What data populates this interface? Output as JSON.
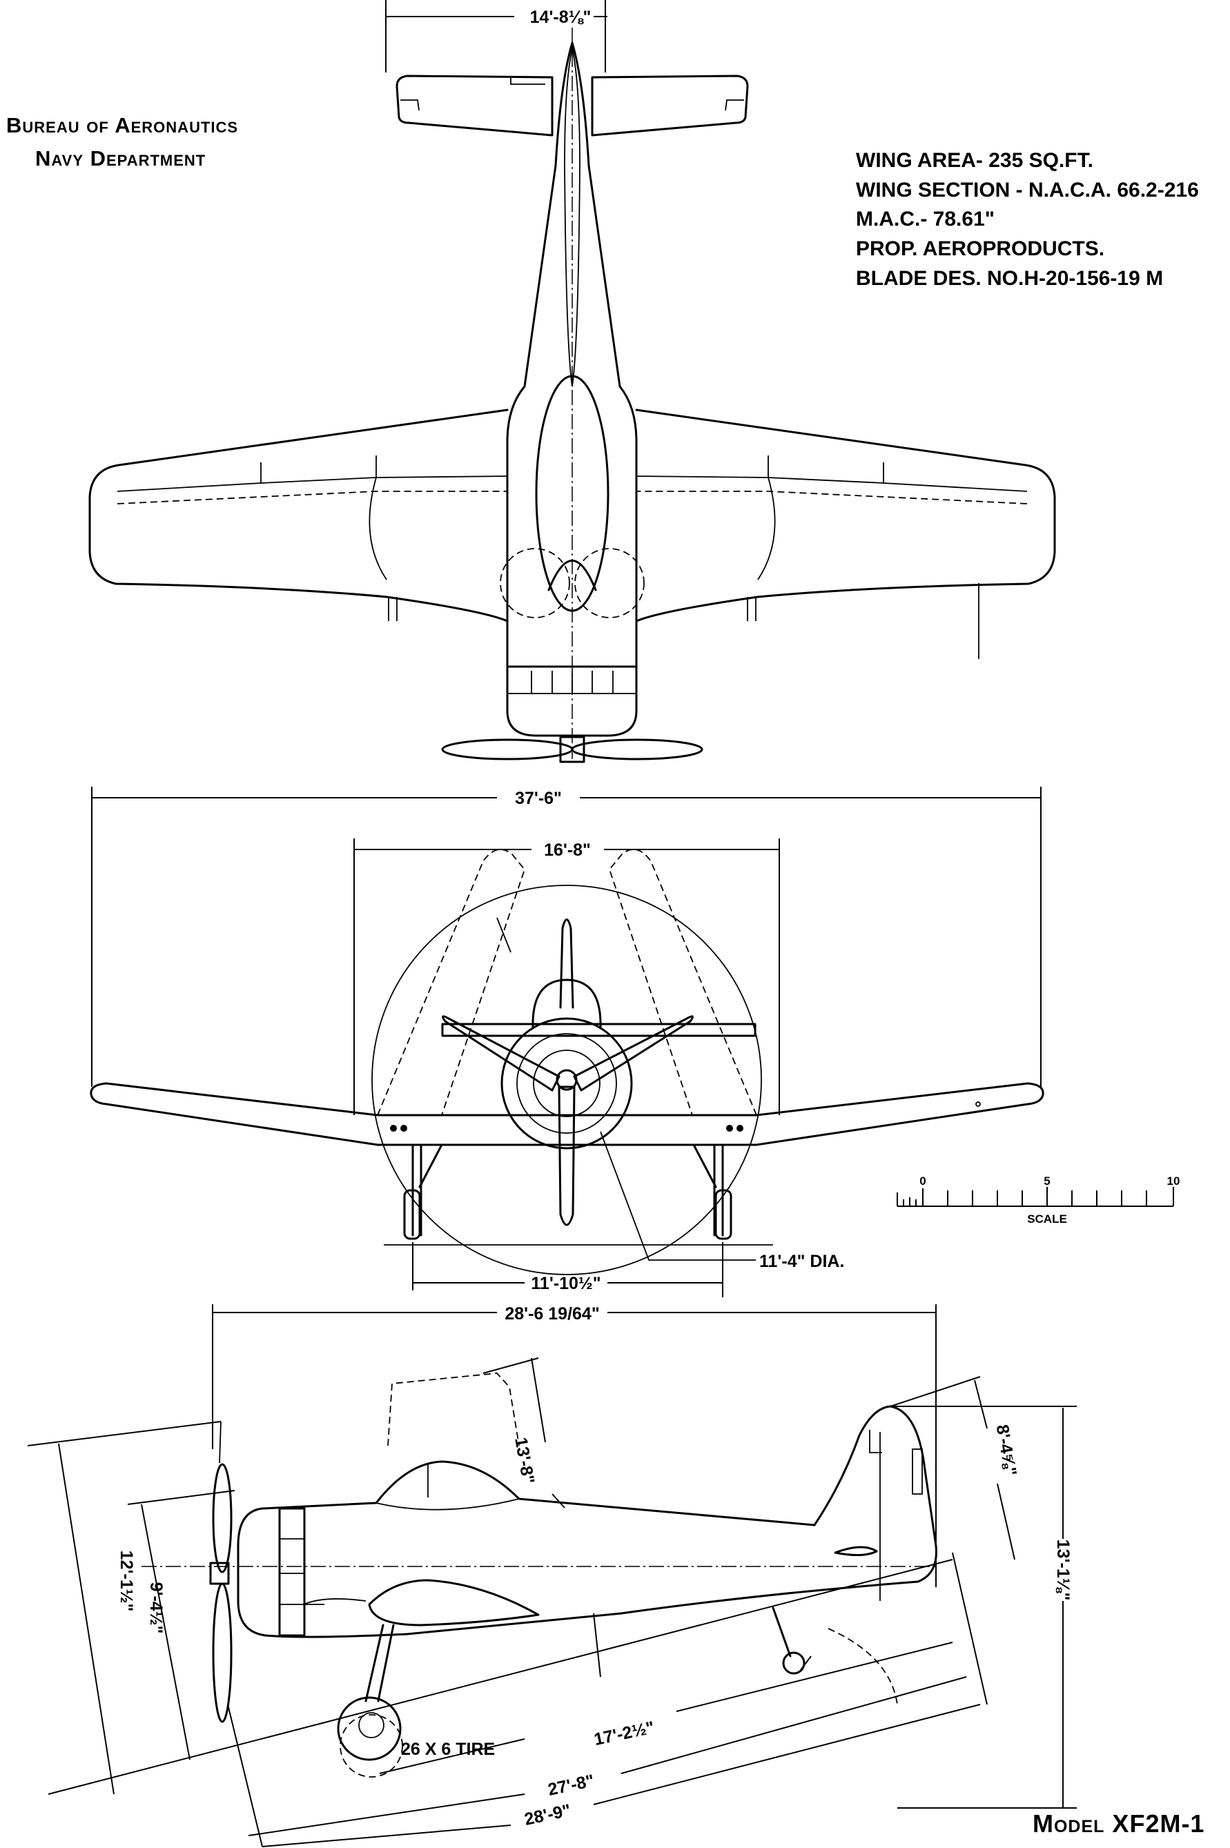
{
  "header": {
    "line1": "Bureau of Aeronautics",
    "line2": "Navy Department"
  },
  "specs": [
    "WING AREA- 235 SQ.FT.",
    "WING SECTION - N.A.C.A. 66.2-216",
    "M.A.C.- 78.61\"",
    "PROP. AEROPRODUCTS.",
    "BLADE DES. NO.H-20-156-19 M"
  ],
  "dimensions": {
    "tail_span": "14'-8⅛\"",
    "wing_span": "37'-6\"",
    "folded_span": "16'-8\"",
    "tread": "11'-10½\"",
    "prop_diameter": "11'-4\" DIA.",
    "length": "28'-6 19/64\"",
    "folded_height": "13'-8\"",
    "fin_height": "8'-4⅝\"",
    "height": "13'-1⅛\"",
    "prop_tip_height": "12'-1½\"",
    "thrust_line_height": "9'-4½\"",
    "tire": "26 X 6 TIRE",
    "wheel_to_tail": "17'-2½\"",
    "prop_to_tail_wheel": "27'-8\"",
    "overall_ground": "28'-9\""
  },
  "scale": {
    "labels": [
      "0",
      "5",
      "10"
    ],
    "title": "SCALE"
  },
  "model": "Model XF2M-1",
  "colors": {
    "ink": "#000000",
    "paper": "#ffffff"
  }
}
